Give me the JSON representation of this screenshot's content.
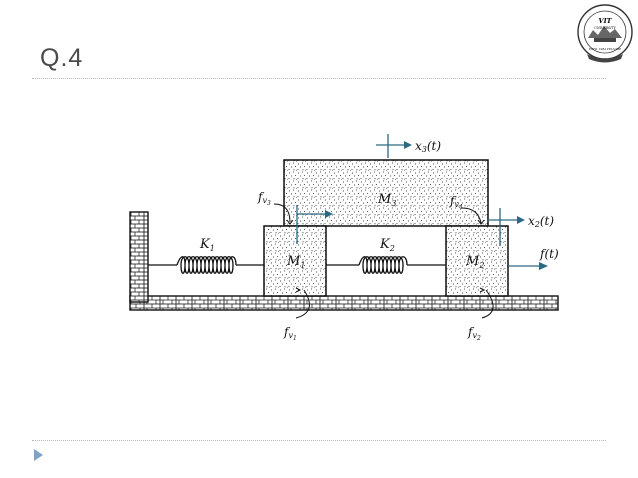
{
  "slide": {
    "title": "Q.4",
    "logo": {
      "icon": "institute-seal-icon",
      "abbr": "VIT",
      "sub": "UNIVERSITY",
      "motto": "ESTD. 1984 VELLORE"
    }
  },
  "diagram": {
    "masses": [
      {
        "label": "M",
        "sub": "1"
      },
      {
        "label": "M",
        "sub": "2"
      },
      {
        "label": "M",
        "sub": "3"
      }
    ],
    "springs": [
      {
        "label": "K",
        "sub": "1"
      },
      {
        "label": "K",
        "sub": "2"
      }
    ],
    "dampers": [
      {
        "label": "f",
        "sub": "v",
        "subsub": "1"
      },
      {
        "label": "f",
        "sub": "v",
        "subsub": "2"
      },
      {
        "label": "f",
        "sub": "v",
        "subsub": "3"
      },
      {
        "label": "f",
        "sub": "v",
        "subsub": "4"
      }
    ],
    "displacements": [
      {
        "label": "x",
        "sub": "3",
        "tail": "(t)"
      },
      {
        "label": "x",
        "sub": "2",
        "tail": "(t)"
      }
    ],
    "force": {
      "label": "f(t)"
    },
    "colors": {
      "arrow": "#2a6a82",
      "ink": "#111111",
      "title": "#4a4a4a"
    }
  }
}
